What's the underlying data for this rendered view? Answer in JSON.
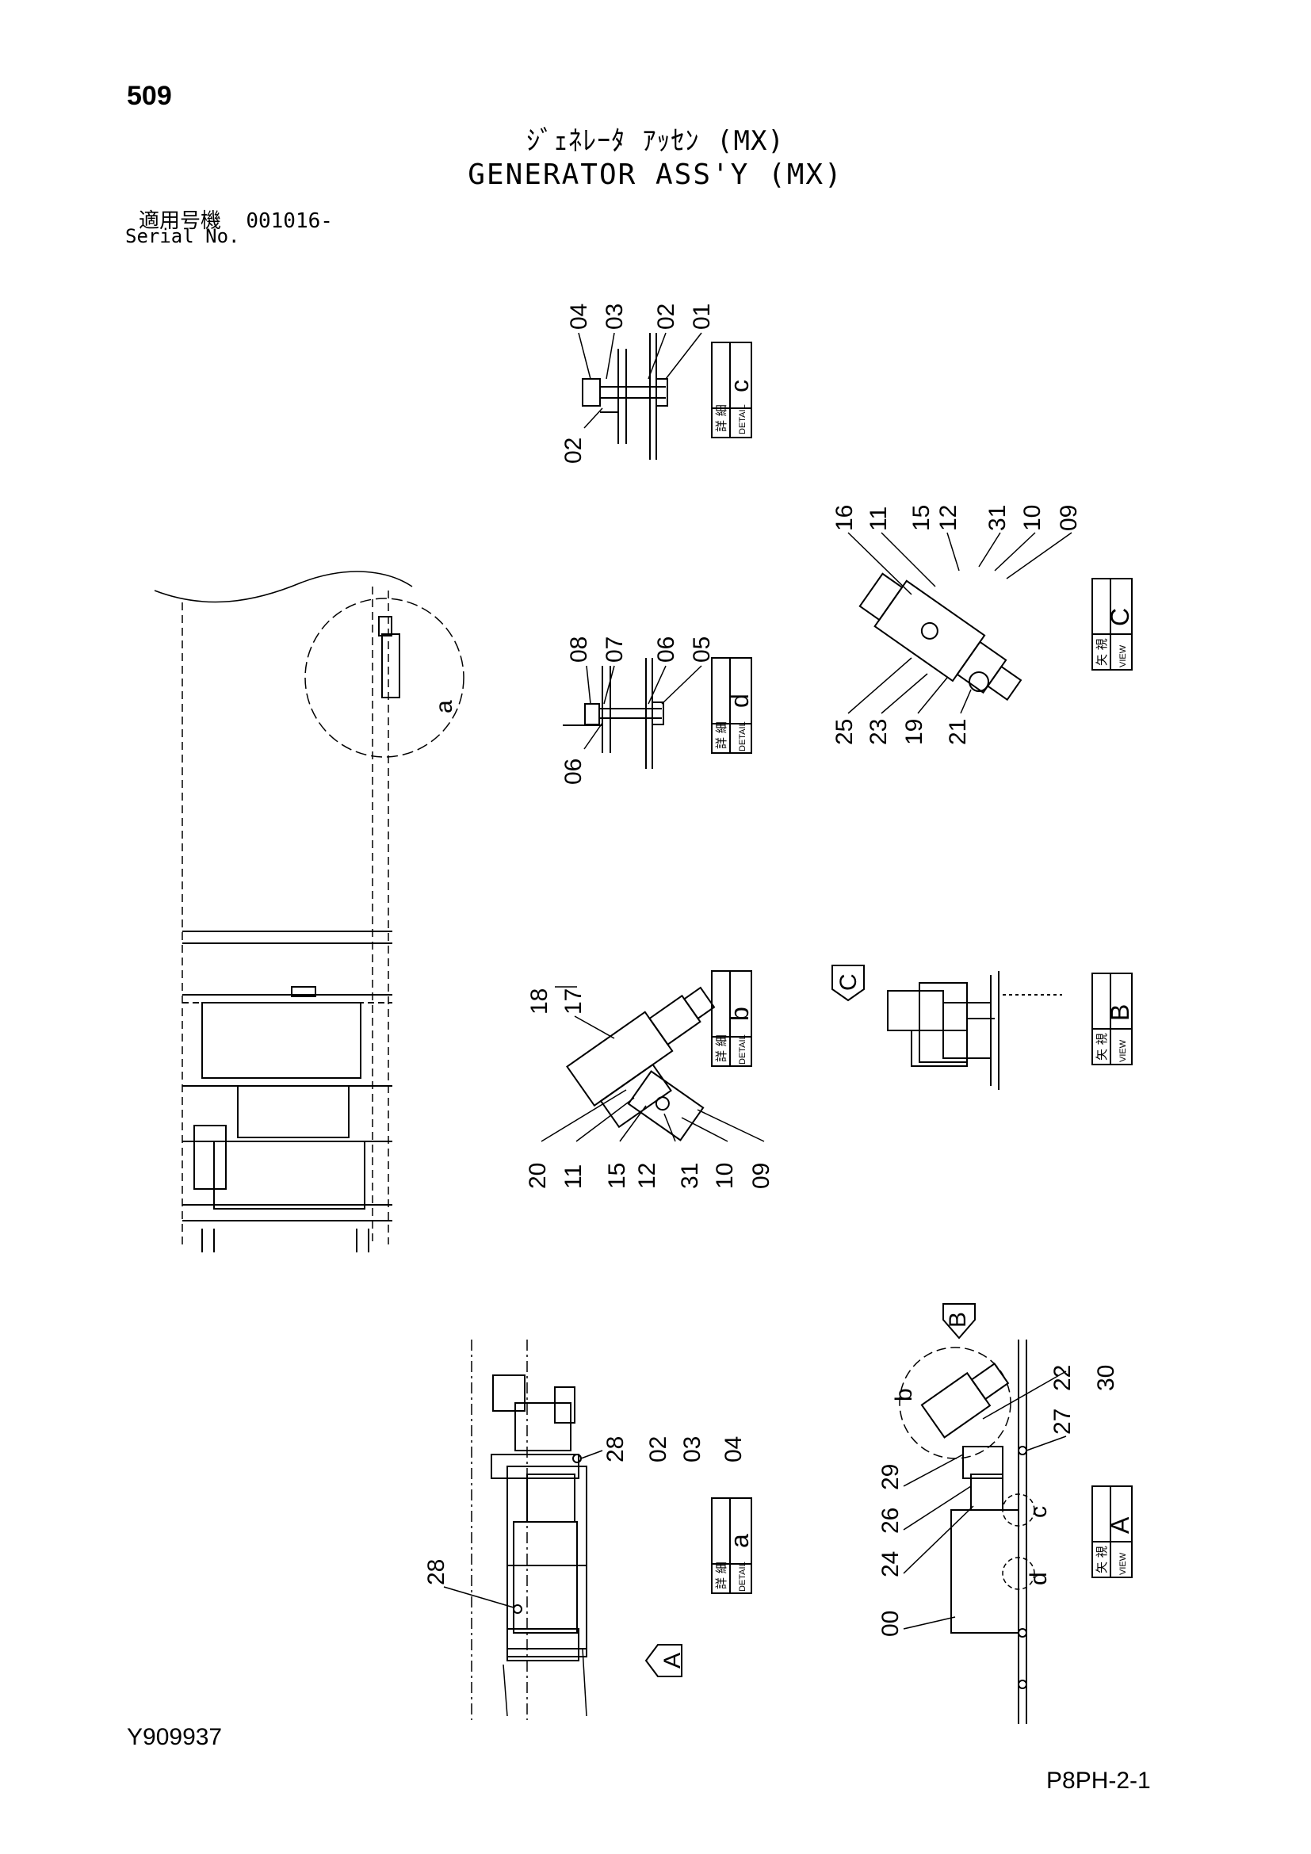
{
  "header": {
    "page_number": "509",
    "title_jp": "ｼﾞｪﾈﾚｰﾀ ｱｯｾﾝ (MX)",
    "title_en": "GENERATOR ASS'Y (MX)",
    "serial_label_jp": "適用号機",
    "serial_value": "001016-",
    "serial_label_en": "Serial No."
  },
  "footer": {
    "drawing_id": "Y909937",
    "page_code": "P8PH-2-1"
  },
  "detail_c": {
    "jp": "詳 細",
    "en": "DETAIL",
    "letter": "c",
    "top_labels": [
      "04",
      "03",
      "02",
      "01"
    ],
    "bottom_label": "02"
  },
  "detail_d": {
    "jp": "詳 細",
    "en": "DETAIL",
    "letter": "d",
    "top_labels": [
      "08",
      "07",
      "06",
      "05"
    ],
    "bottom_label": "06"
  },
  "view_c": {
    "jp": "矢 視",
    "en": "VIEW",
    "letter": "C",
    "top_labels": [
      "16",
      "11",
      "15",
      "12",
      "31",
      "10",
      "09"
    ],
    "bottom_labels": [
      "25",
      "23",
      "19",
      "21"
    ]
  },
  "detail_b": {
    "jp": "詳 細",
    "en": "DETAIL",
    "letter": "b",
    "top_labels": [
      "18",
      "17"
    ],
    "bottom_labels": [
      "20",
      "11",
      "15",
      "12",
      "31",
      "10",
      "09"
    ]
  },
  "view_b": {
    "jp": "矢 視",
    "en": "VIEW",
    "letter": "B",
    "arrow_letter": "C"
  },
  "detail_a": {
    "jp": "詳 細",
    "en": "DETAIL",
    "letter": "a",
    "labels": [
      "28",
      "02",
      "03",
      "04"
    ],
    "left_label": "28",
    "arrow_letter": "A"
  },
  "view_a": {
    "jp": "矢 視",
    "en": "VIEW",
    "letter": "A",
    "arrow_letter": "B",
    "labels": [
      "22",
      "30",
      "27",
      "29",
      "26",
      "24",
      "00"
    ],
    "callouts": [
      "b",
      "c",
      "d"
    ]
  },
  "overview": {
    "callout": "a"
  }
}
